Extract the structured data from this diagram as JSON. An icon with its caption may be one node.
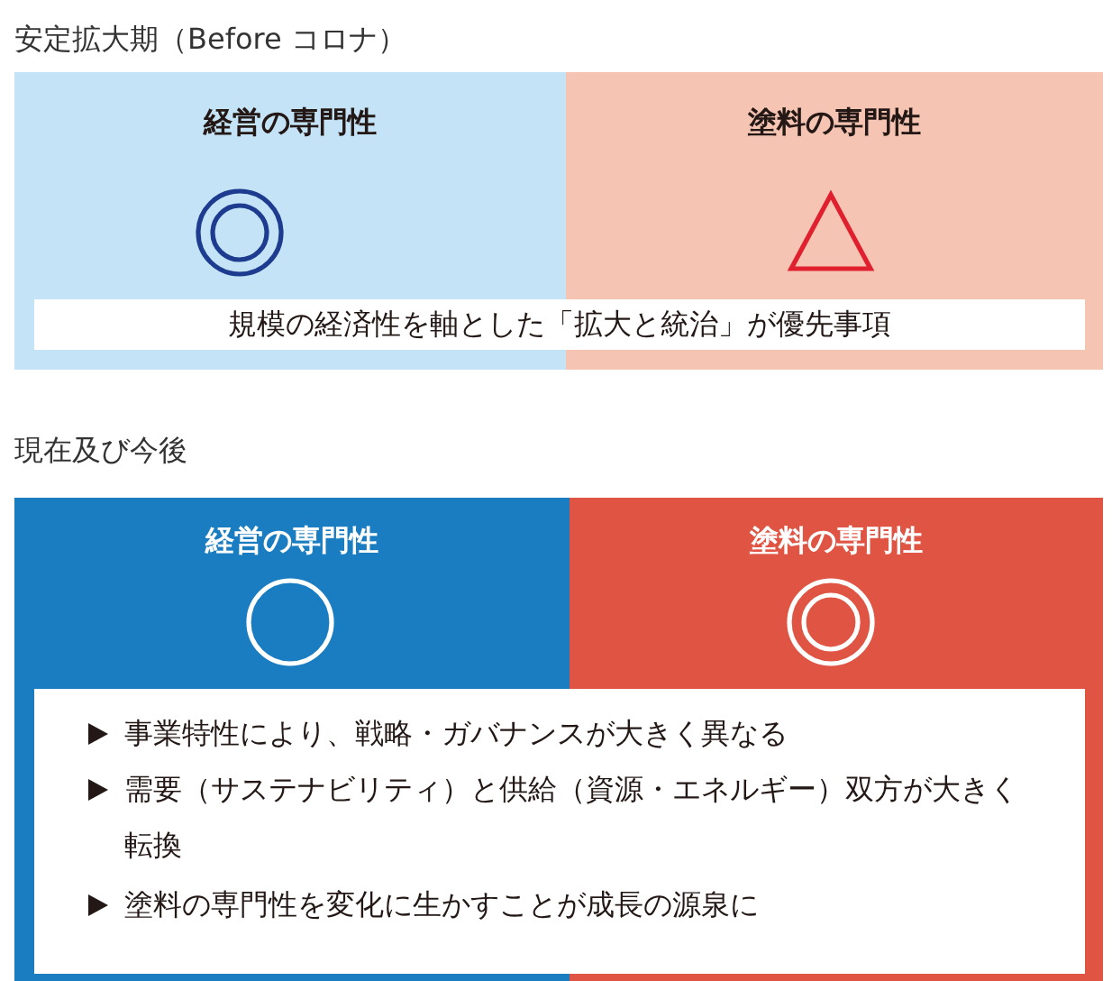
{
  "diagram": {
    "nodes": [
      {
        "text": [
          "安定拡大期（Before コロナ）"
        ]
      },
      {
        "text": [
          "経営の専門性"
        ],
        "in": 0
      },
      {
        "text": [],
        "shape": "double-circle",
        "in": 1
      },
      {
        "text": [
          "塗料の専門性"
        ],
        "in": 0
      },
      {
        "text": [],
        "shape": "triangle",
        "in": 3
      },
      {
        "text": [
          "規模の経済性を軸とした「拡大と統治」が優先事項"
        ],
        "in": 0
      },
      {
        "text": [
          "現在及び今後"
        ]
      },
      {
        "text": [
          "経営の専門性"
        ],
        "in": 6
      },
      {
        "text": [],
        "shape": "circle",
        "in": 7
      },
      {
        "text": [
          "塗料の専門性"
        ],
        "in": 6
      },
      {
        "text": [],
        "shape": "double-circle",
        "in": 9
      },
      {
        "text": [
          "事業特性により、戦略・ガバナンスが大きく異なる",
          "需要（サステナビリティ）と供給（資源・エネルギー）双方が大きく転換",
          "塗料の専門性を変化に生かすことが成長の源泉に"
        ],
        "in": 6
      }
    ]
  }
}
